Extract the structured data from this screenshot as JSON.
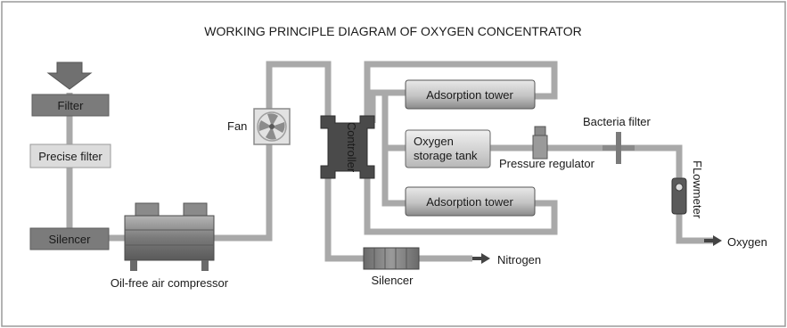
{
  "title": "WORKING PRINCIPLE DIAGRAM OF OXYGEN CONCENTRATOR",
  "components": {
    "filter": "Filter",
    "precise_filter": "Precise filter",
    "silencer_left": "Silencer",
    "compressor": "Oil-free air compressor",
    "fan": "Fan",
    "controller": "Controller",
    "adsorption_tower_top": "Adsorption tower",
    "oxygen_tank_line1": "Oxygen",
    "oxygen_tank_line2": "storage tank",
    "adsorption_tower_bottom": "Adsorption tower",
    "pressure_regulator": "Pressure regulator",
    "bacteria_filter": "Bacteria filter",
    "flowmeter": "FLowmeter",
    "silencer_bottom": "Silencer",
    "nitrogen": "Nitrogen",
    "oxygen_out": "Oxygen"
  },
  "colors": {
    "pipe": "#a9a9a9",
    "box_dark": "#7b7b7b",
    "box_light": "#dcdcdc",
    "controller": "#4a4a4a",
    "frame": "#9a9a9a"
  }
}
